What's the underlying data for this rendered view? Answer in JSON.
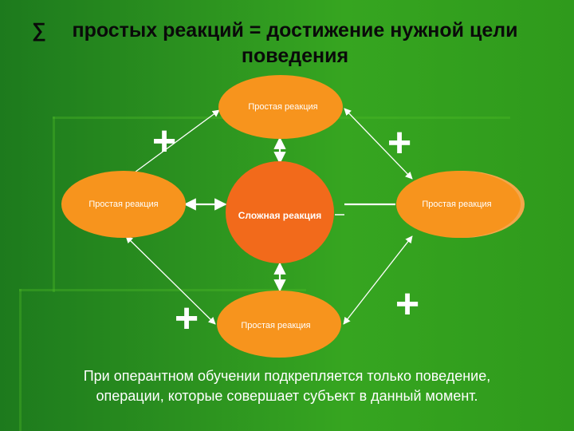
{
  "title": {
    "symbol": "∑",
    "line1": "простых реакций = достижение нужной цели",
    "line2": "поведения"
  },
  "diagram": {
    "center_label": "Сложная реакция",
    "node_top": "Простая реакция",
    "node_left": "Простая реакция",
    "node_right": "Простая реакция",
    "node_bottom": "Простая реакция",
    "plus": "+"
  },
  "caption": {
    "line1": "При оперантном обучении подкрепляется только поведение,",
    "line2": "операции, которые совершает субъект в данный момент."
  },
  "colors": {
    "background": "#2a8f1f",
    "node_fill": "#f7941d",
    "center_fill": "#f26a1b",
    "text_dark": "#0a0a0a",
    "text_light": "#ffffff"
  }
}
